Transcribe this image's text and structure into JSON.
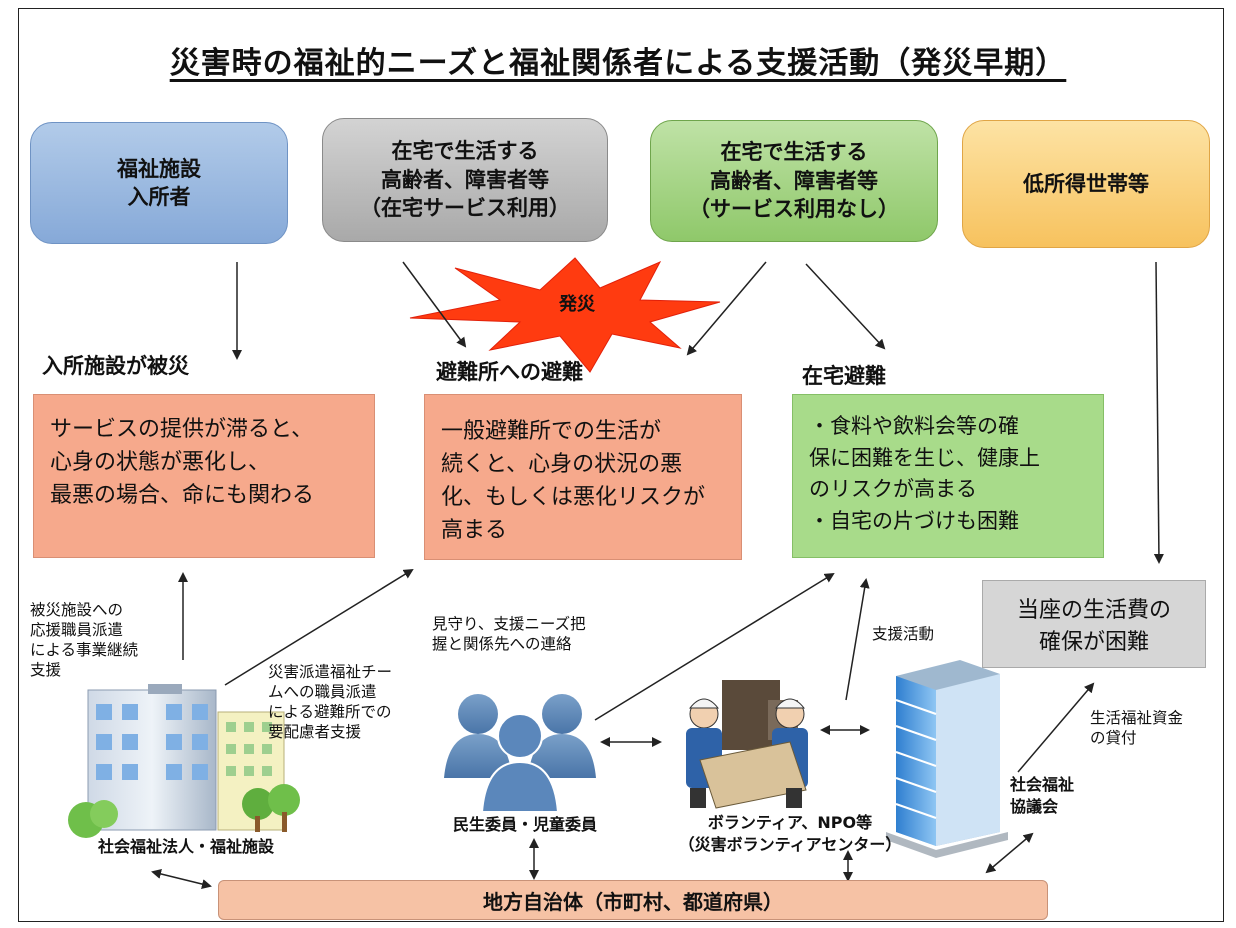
{
  "title": "災害時の福祉的ニーズと福祉関係者による支援活動（発災早期）",
  "top_boxes": {
    "facility": "福祉施設\n入所者",
    "home_service": "在宅で生活する\n高齢者、障害者等\n（在宅サービス利用）",
    "home_noservice": "在宅で生活する\n高齢者、障害者等\n（サービス利用なし）",
    "lowincome": "低所得世帯等"
  },
  "disaster_label": "発災",
  "headings": {
    "facility": "入所施設が被災",
    "shelter": "避難所への避難",
    "home": "在宅避難"
  },
  "info_boxes": {
    "facility": "サービスの提供が滞ると、\n心身の状態が悪化し、\n最悪の場合、命にも関わる",
    "shelter": "一般避難所での生活が\n続くと、心身の状況の悪\n化、もしくは悪化リスクが\n高まる",
    "home": "・食料や飲料会等の確\n保に困難を生じ、健康上\nのリスクが高まる\n・自宅の片づけも困難",
    "cost": "当座の生活費の\n確保が困難"
  },
  "notes": {
    "staff_dispatch": "被災施設への\n応援職員派遣\nによる事業継続\n支援",
    "welfare_team": "災害派遣福祉チー\nムへの職員派遣\nによる避難所での\n要配慮者支援",
    "watch": "見守り、支援ニーズ把\n握と関係先への連絡",
    "support": "支援活動",
    "loan": "生活福祉資金\nの貸付"
  },
  "labels": {
    "corp": "社会福祉法人・福祉施設",
    "commissioner": "民生委員・児童委員",
    "volunteer": "ボランティア、NPO等\n（災害ボランティアセンター）",
    "council": "社会福祉\n協議会"
  },
  "bottom_bar": "地方自治体（市町村、都道府県）",
  "colors": {
    "facility": "#86a9d8",
    "home_service": "#a9a9a9",
    "home_noservice": "#8fc86a",
    "lowincome": "#f7c25e",
    "info_orange": "#f6a98c",
    "info_green": "#a8db8a",
    "burst": "#ff3b10"
  }
}
